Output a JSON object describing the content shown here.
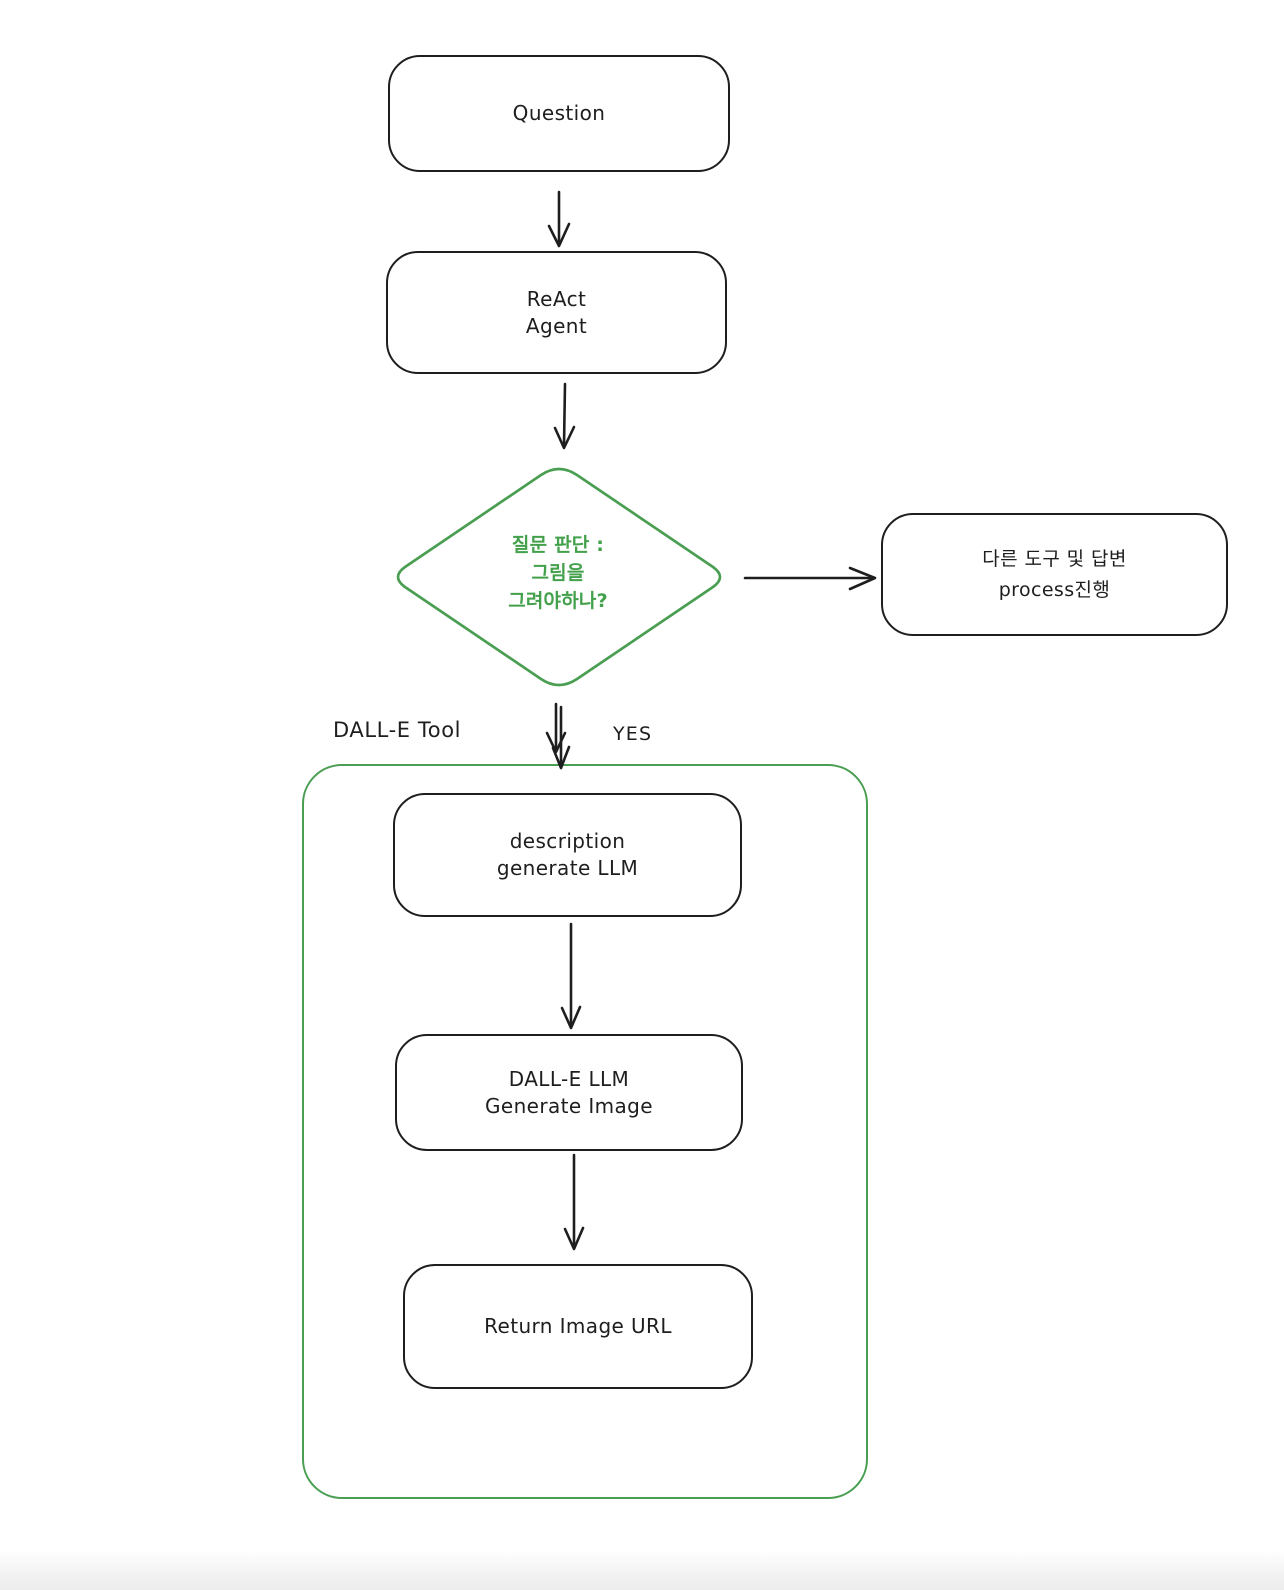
{
  "colors": {
    "stroke_black": "#1e1e1e",
    "accent_green": "#4a9e52",
    "decision_text_green": "#43a04b",
    "background": "#ffffff"
  },
  "nodes": {
    "question": {
      "lines": [
        "Question"
      ]
    },
    "react_agent": {
      "lines": [
        "ReAct",
        "Agent"
      ]
    },
    "decision": {
      "lines": [
        "질문 판단 :",
        "그림을",
        "그려야하나?"
      ]
    },
    "other_process": {
      "lines": [
        "다른 도구 및 답변",
        "process진행"
      ]
    },
    "description_llm": {
      "lines": [
        "description",
        "generate LLM"
      ]
    },
    "dalle_llm": {
      "lines": [
        "DALL-E LLM",
        "Generate Image"
      ]
    },
    "return_url": {
      "lines": [
        "Return Image URL"
      ]
    }
  },
  "labels": {
    "container_title": "DALL-E Tool",
    "yes_branch": "YES"
  }
}
